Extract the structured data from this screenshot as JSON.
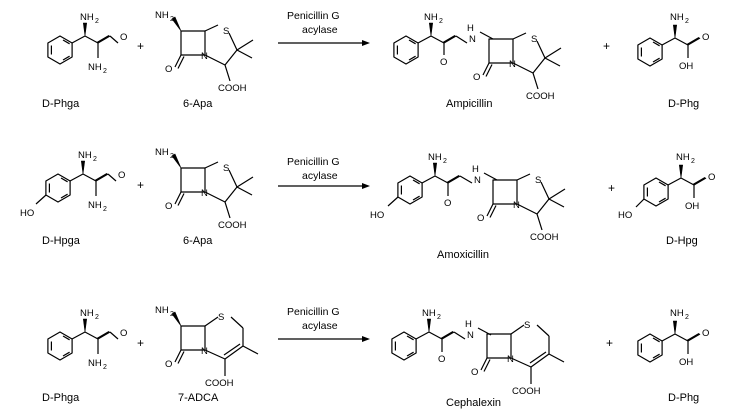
{
  "reactions": [
    {
      "reactant1": "D-Phga",
      "reactant2": "6-Apa",
      "enzyme_line1": "Penicillin G",
      "enzyme_line2": "acylase",
      "product1": "Ampicillin",
      "product2": "D-Phg"
    },
    {
      "reactant1": "D-Hpga",
      "reactant2": "6-Apa",
      "enzyme_line1": "Penicillin G",
      "enzyme_line2": "acylase",
      "product1": "Amoxicillin",
      "product2": "D-Hpg"
    },
    {
      "reactant1": "D-Phga",
      "reactant2": "7-ADCA",
      "enzyme_line1": "Penicillin G",
      "enzyme_line2": "acylase",
      "product1": "Cephalexin",
      "product2": "D-Phg"
    }
  ],
  "plus_sign": "+",
  "atoms": {
    "nh2": "NH",
    "two": "2",
    "o": "O",
    "s": "S",
    "n": "N",
    "h": "H",
    "oh": "OH",
    "ho": "HO",
    "cooh": "COOH"
  }
}
